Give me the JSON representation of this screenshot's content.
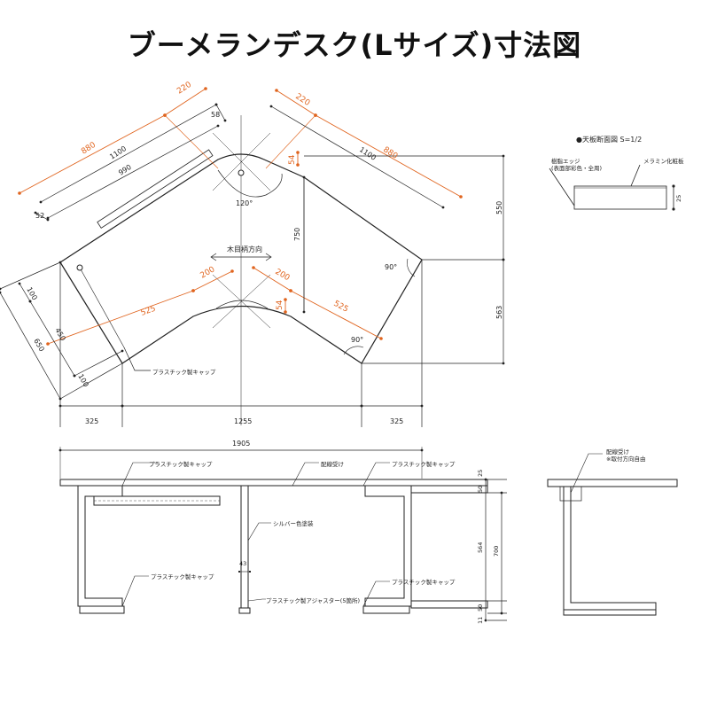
{
  "title": "ブーメランデスク(Lサイズ)寸法図",
  "colors": {
    "line": "#222222",
    "accent": "#e0641e"
  },
  "plan": {
    "dims": {
      "d220_left": "220",
      "d880": "880",
      "d1100_left": "1100",
      "d990": "990",
      "d58": "58",
      "d52": "52",
      "d220_right": "220",
      "d880_right": "880",
      "d1100_right": "1100",
      "d54_top": "54",
      "d750": "750",
      "d550": "550",
      "d563": "563",
      "d200_left": "200",
      "d525_left": "525",
      "d200_right": "200",
      "d525_right": "525",
      "d54_mid": "54",
      "d100_a": "100",
      "d450": "450",
      "d650": "650",
      "d100_b": "100",
      "d325_left": "325",
      "d1255": "1255",
      "d325_right": "325"
    },
    "angles": {
      "a120": "120°",
      "a90_top": "90°",
      "a90_bottom": "90°"
    },
    "grain_label": "木目柄方向",
    "cap_label": "プラスチック製キャップ"
  },
  "section": {
    "title": "●天板断面図  S=1/2",
    "edge_label_1": "樹脂エッジ",
    "edge_label_2": "(表面部彩色・全周)",
    "melamine_label": "メラミン化粧板",
    "thickness": "25"
  },
  "front": {
    "d1905": "1905",
    "cap_left_top": "プラスチック製キャップ",
    "wiring_label": "配線受け",
    "cap_right_top": "プラスチック製キャップ",
    "silver_label": "シルバー色塗装",
    "d43": "43",
    "cap_left_bottom": "プラスチック製キャップ",
    "adjuster_label": "プラスチック製アジャスター(5箇所)",
    "cap_right_bottom": "プラスチック製キャップ",
    "d25": "25",
    "d50_top": "50",
    "d564": "564",
    "d700": "700",
    "d50_bottom": "50",
    "d11": "11"
  },
  "side": {
    "wiring_label_1": "配線受け",
    "wiring_label_2": "※取付方向自由"
  }
}
